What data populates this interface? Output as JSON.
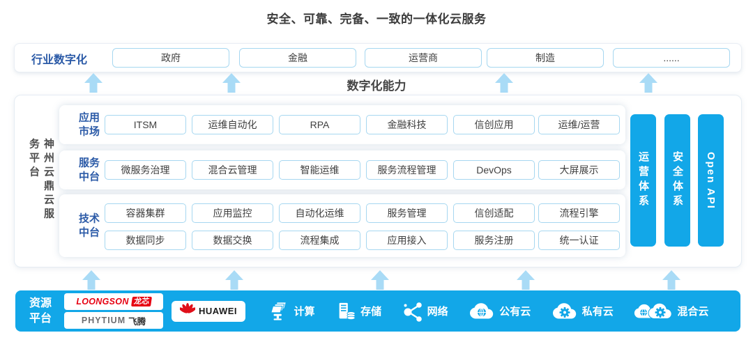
{
  "title": "安全、可靠、完备、一致的一体化云服务",
  "industry": {
    "label": "行业数字化",
    "items": [
      "政府",
      "金融",
      "运营商",
      "制造",
      "......"
    ]
  },
  "capability_label": "数字化能力",
  "platform": {
    "side_label": "神州云鼎云服务平台",
    "sections": [
      {
        "label": "应用市场",
        "rows": [
          [
            "ITSM",
            "运维自动化",
            "RPA",
            "金融科技",
            "信创应用",
            "运维/运营"
          ]
        ]
      },
      {
        "label": "服务中台",
        "rows": [
          [
            "微服务治理",
            "混合云管理",
            "智能运维",
            "服务流程管理",
            "DevOps",
            "大屏展示"
          ]
        ]
      },
      {
        "label": "技术中台",
        "rows": [
          [
            "容器集群",
            "应用监控",
            "自动化运维",
            "服务管理",
            "信创适配",
            "流程引擎"
          ],
          [
            "数据同步",
            "数据交换",
            "流程集成",
            "应用接入",
            "服务注册",
            "统一认证"
          ]
        ]
      }
    ],
    "pillars": [
      "运营体系",
      "安全体系",
      "Open API"
    ]
  },
  "resources": {
    "label": "资源平台",
    "vendors": {
      "loongson_brand": "LOONGSON",
      "loongson_cn": "龙芯",
      "phytium_brand": "PHYTIUM",
      "phytium_cn": "飞腾",
      "huawei_brand": "HUAWEI"
    },
    "items": [
      {
        "icon": "compute-icon",
        "label": "计算"
      },
      {
        "icon": "storage-icon",
        "label": "存储"
      },
      {
        "icon": "network-icon",
        "label": "网络"
      },
      {
        "icon": "public-cloud-icon",
        "label": "公有云"
      },
      {
        "icon": "private-cloud-icon",
        "label": "私有云"
      },
      {
        "icon": "hybrid-cloud-icon",
        "label": "混合云"
      }
    ]
  },
  "colors": {
    "accent_blue": "#12A7E8",
    "light_blue_border": "#A6D7F0",
    "arrow_blue": "#A9DBF6",
    "dark_blue_text": "#2B5AA7",
    "dark_text": "#3F3F3F",
    "loongson_red": "#E60012",
    "huawei_red": "#E0101A"
  }
}
